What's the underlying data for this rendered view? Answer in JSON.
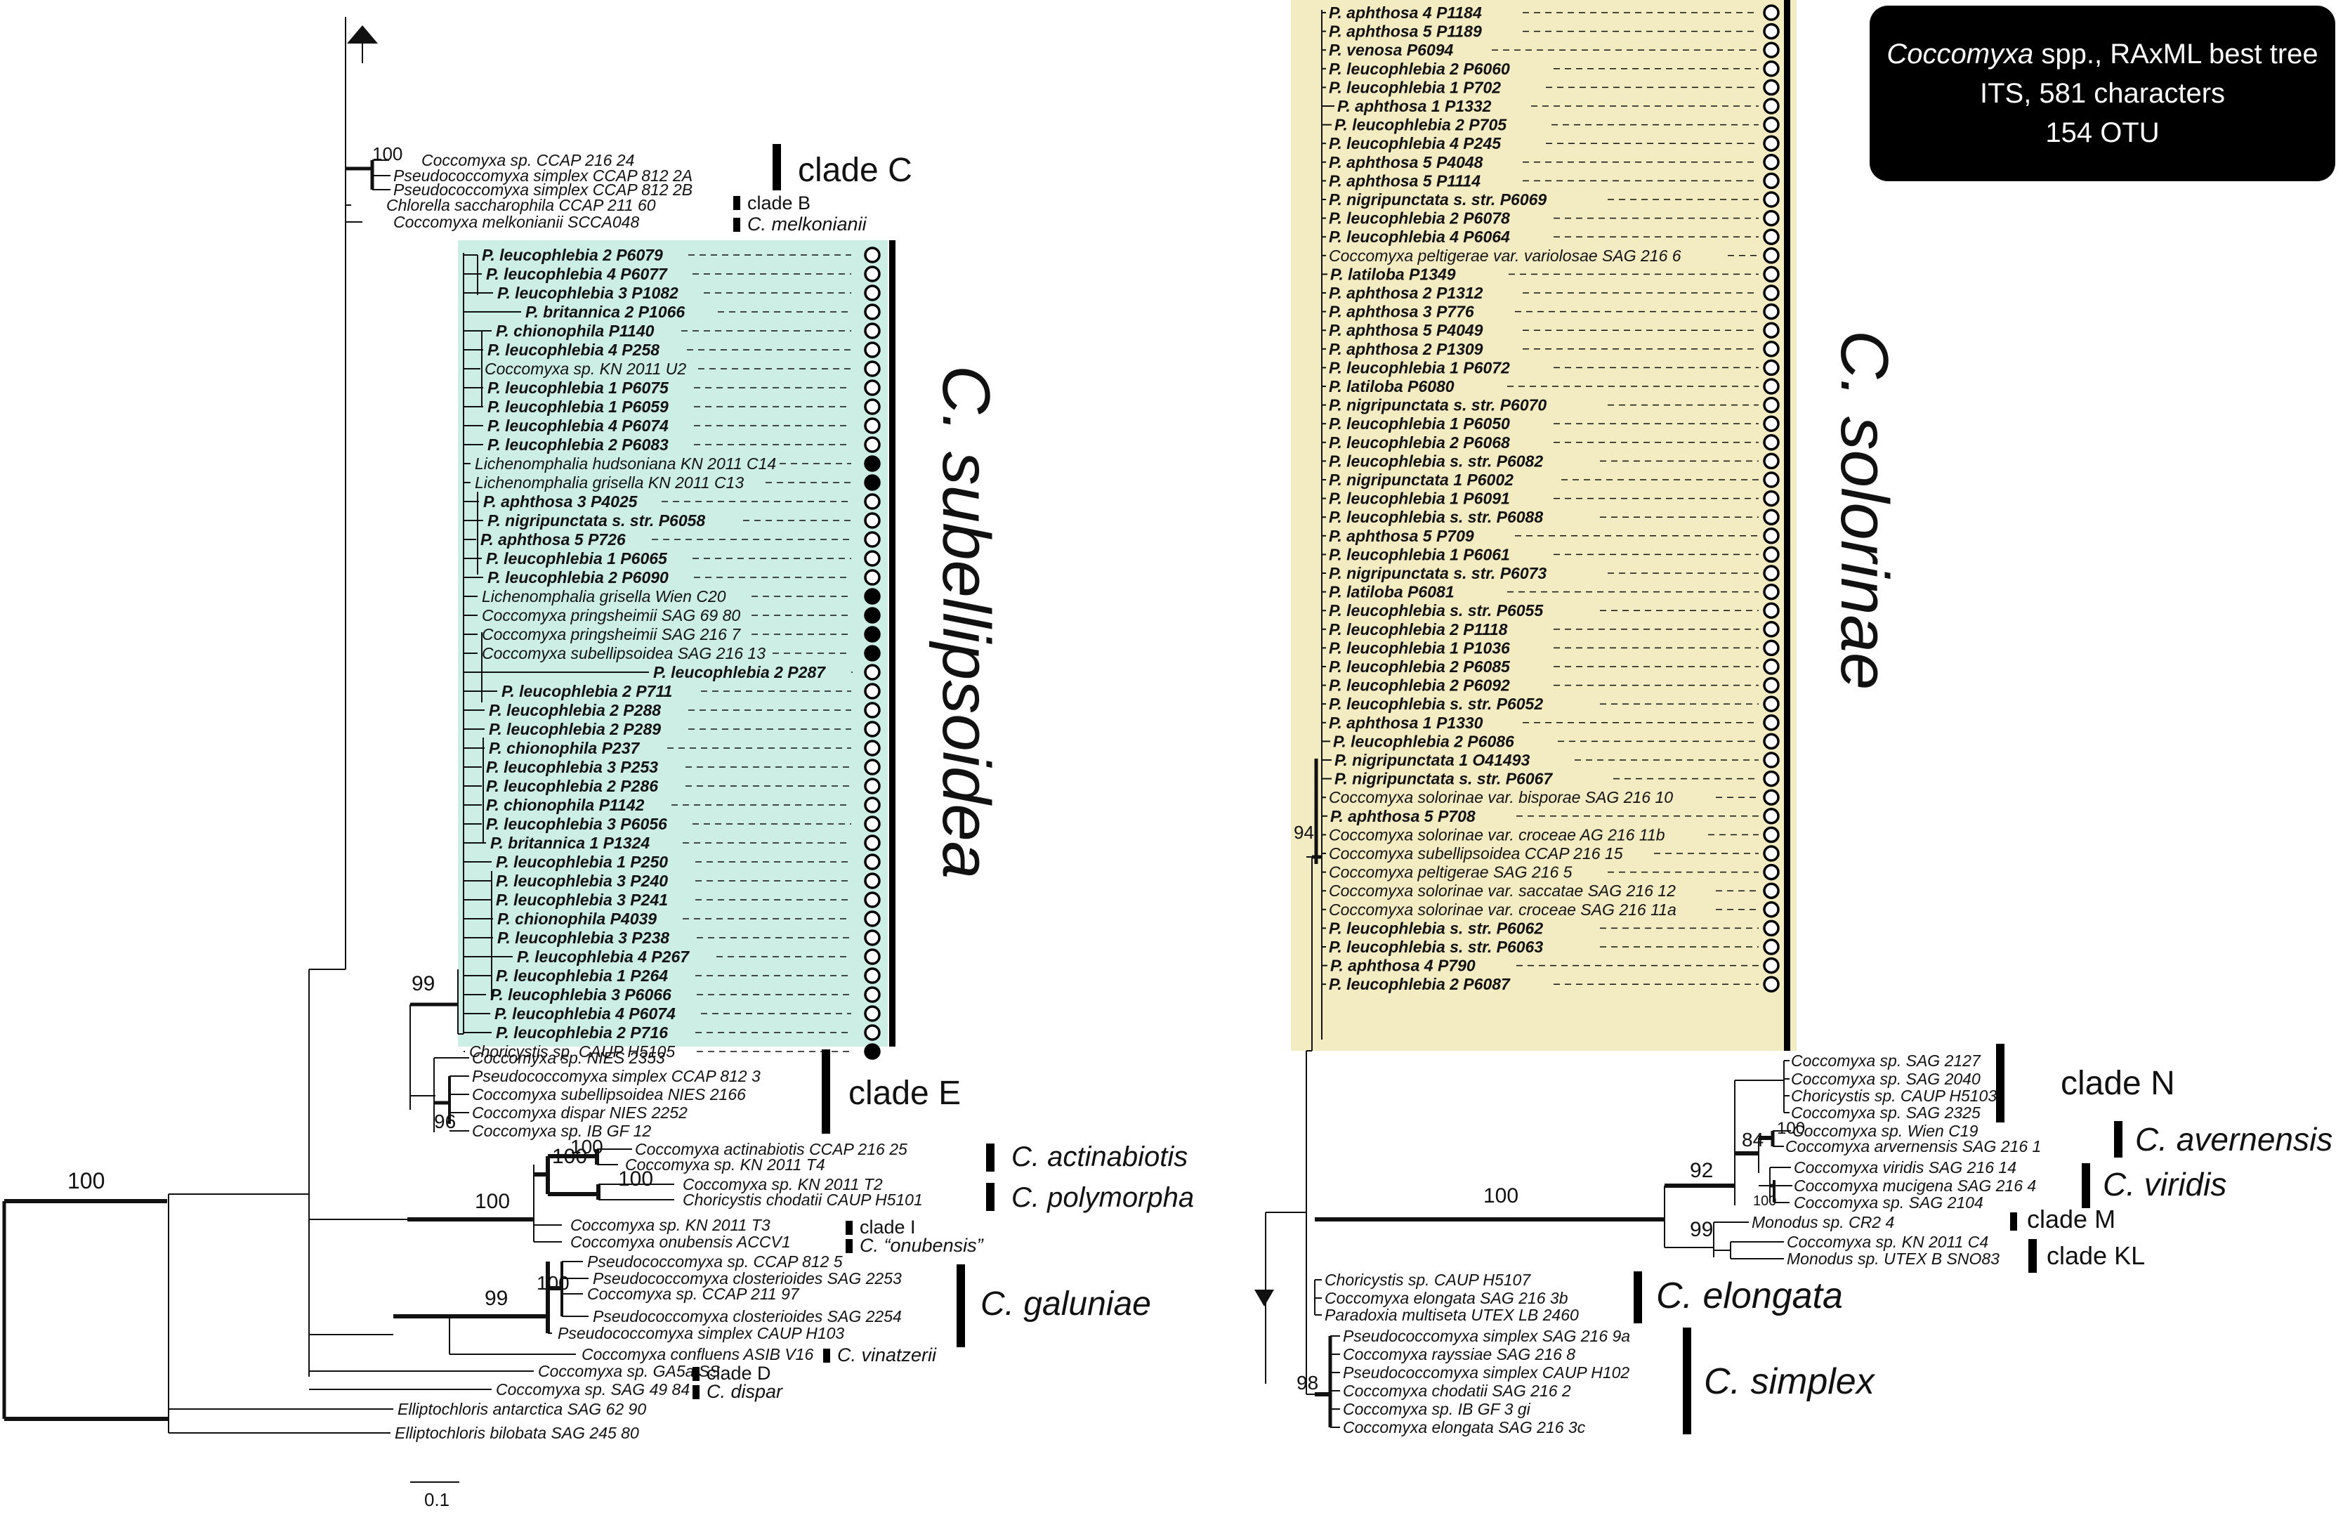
{
  "title": {
    "genus": "Coccomyxa",
    "line1_rest": " spp., RAxML best tree",
    "line2": "ITS, 581 characters",
    "line3": "154 OTU"
  },
  "scale_label": "0.1",
  "colors": {
    "subellipsoidea_fill": "#cdeee4",
    "solorinae_fill": "#f3ecc3",
    "branch": "#111111"
  },
  "big_labels": {
    "subellipsoidea": "C. subellipsoidea",
    "solorinae": "C. solorinae"
  },
  "left": {
    "outgroups_top": [
      {
        "text": "Coccomyxa sp.  CCAP 216 24"
      },
      {
        "text": "Pseudococcomyxa simplex  CCAP 812 2A"
      },
      {
        "text": "Pseudococcomyxa simplex  CCAP 812 2B"
      },
      {
        "text": "Chlorella saccharophila  CCAP 211 60"
      },
      {
        "text": "Coccomyxa melkonianii  SCCA048"
      }
    ],
    "subellipsoidea_leaves": [
      {
        "text": "P. leucophlebia 2  P6079",
        "dot": "open",
        "bold": true
      },
      {
        "text": "P. leucophlebia 4  P6077",
        "dot": "open",
        "bold": true
      },
      {
        "text": "P. leucophlebia 3  P1082",
        "dot": "open",
        "bold": true
      },
      {
        "text": "P. britannica 2  P1066",
        "dot": "open",
        "bold": true
      },
      {
        "text": "P. chionophila  P1140",
        "dot": "open",
        "bold": true
      },
      {
        "text": "P. leucophlebia 4  P258",
        "dot": "open",
        "bold": true
      },
      {
        "text": "Coccomyxa sp.  KN 2011 U2",
        "dot": "open",
        "bold": false
      },
      {
        "text": "P. leucophlebia 1  P6075",
        "dot": "open",
        "bold": true
      },
      {
        "text": "P. leucophlebia 1  P6059",
        "dot": "open",
        "bold": true
      },
      {
        "text": "P. leucophlebia 4  P6074",
        "dot": "open",
        "bold": true
      },
      {
        "text": "P. leucophlebia 2  P6083",
        "dot": "open",
        "bold": true
      },
      {
        "text": "Lichenomphalia hudsoniana  KN 2011 C14",
        "dot": "filled",
        "bold": false
      },
      {
        "text": "Lichenomphalia grisella  KN 2011 C13",
        "dot": "filled",
        "bold": false
      },
      {
        "text": "P. aphthosa 3  P4025",
        "dot": "open",
        "bold": true
      },
      {
        "text": "P. nigripunctata s. str.  P6058",
        "dot": "open",
        "bold": true
      },
      {
        "text": "P. aphthosa 5  P726",
        "dot": "open",
        "bold": true
      },
      {
        "text": "P. leucophlebia 1  P6065",
        "dot": "open",
        "bold": true
      },
      {
        "text": "P. leucophlebia 2  P6090",
        "dot": "open",
        "bold": true
      },
      {
        "text": "Lichenomphalia grisella  Wien C20",
        "dot": "filled",
        "bold": false
      },
      {
        "text": "Coccomyxa pringsheimii  SAG 69 80",
        "dot": "filled",
        "bold": false
      },
      {
        "text": "Coccomyxa pringsheimii  SAG 216 7",
        "dot": "filled",
        "bold": false
      },
      {
        "text": "Coccomyxa subellipsoidea  SAG 216 13",
        "dot": "filled",
        "bold": false
      },
      {
        "text": "P. leucophlebia 2  P287",
        "dot": "open",
        "bold": true
      },
      {
        "text": "P. leucophlebia 2  P711",
        "dot": "open",
        "bold": true
      },
      {
        "text": "P. leucophlebia 2  P288",
        "dot": "open",
        "bold": true
      },
      {
        "text": "P. leucophlebia 2  P289",
        "dot": "open",
        "bold": true
      },
      {
        "text": "P. chionophila  P237",
        "dot": "open",
        "bold": true
      },
      {
        "text": "P. leucophlebia 3  P253",
        "dot": "open",
        "bold": true
      },
      {
        "text": "P. leucophlebia 2  P286",
        "dot": "open",
        "bold": true
      },
      {
        "text": "P. chionophila  P1142",
        "dot": "open",
        "bold": true
      },
      {
        "text": "P. leucophlebia 3  P6056",
        "dot": "open",
        "bold": true
      },
      {
        "text": "P. britannica 1  P1324",
        "dot": "open",
        "bold": true
      },
      {
        "text": "P. leucophlebia 1  P250",
        "dot": "open",
        "bold": true
      },
      {
        "text": "P. leucophlebia 3  P240",
        "dot": "open",
        "bold": true
      },
      {
        "text": "P. leucophlebia 3  P241",
        "dot": "open",
        "bold": true
      },
      {
        "text": "P. chionophila  P4039",
        "dot": "open",
        "bold": true
      },
      {
        "text": "P. leucophlebia 3  P238",
        "dot": "open",
        "bold": true
      },
      {
        "text": "P. leucophlebia 4  P267",
        "dot": "open",
        "bold": true
      },
      {
        "text": "P. leucophlebia 1  P264",
        "dot": "open",
        "bold": true
      },
      {
        "text": "P. leucophlebia 3  P6066",
        "dot": "open",
        "bold": true
      },
      {
        "text": "P. leucophlebia 4  P6074",
        "dot": "open",
        "bold": true
      },
      {
        "text": "P. leucophlebia 2  P716",
        "dot": "open",
        "bold": true
      },
      {
        "text": "Choricystis sp.  CAUP H5105",
        "dot": "filled",
        "bold": false
      }
    ],
    "clade_e_leaves": [
      {
        "text": "Coccomyxa sp.  NIES 2353"
      },
      {
        "text": "Pseudococcomyxa simplex  CCAP 812 3"
      },
      {
        "text": "Coccomyxa subellipsoidea  NIES 2166"
      },
      {
        "text": "Coccomyxa dispar  NIES 2252"
      },
      {
        "text": "Coccomyxa sp.  IB GF 12"
      }
    ],
    "actinabiotis_leaves": [
      {
        "text": "Coccomyxa actinabiotis  CCAP 216 25"
      },
      {
        "text": "Coccomyxa sp.  KN 2011 T4"
      },
      {
        "text": "Coccomyxa sp.  KN 2011 T2"
      },
      {
        "text": "Choricystis chodatii  CAUP H5101"
      },
      {
        "text": "Coccomyxa sp.  KN 2011 T3"
      },
      {
        "text": "Coccomyxa onubensis  ACCV1"
      }
    ],
    "galuniae_leaves": [
      {
        "text": "Pseudococcomyxa sp.  CCAP 812 5"
      },
      {
        "text": "Pseudococcomyxa closterioides  SAG 2253"
      },
      {
        "text": "Coccomyxa sp.  CCAP 211 97"
      },
      {
        "text": "Pseudococcomyxa closterioides  SAG 2254"
      },
      {
        "text": "Pseudococcomyxa simplex  CAUP H103"
      },
      {
        "text": "Coccomyxa confluens  ASIB V16"
      }
    ],
    "bottom_leaves": [
      {
        "text": "Coccomyxa sp.  GA5a SS"
      },
      {
        "text": "Coccomyxa sp.  SAG 49 84"
      },
      {
        "text": "Elliptochloris antarctica  SAG 62 90"
      },
      {
        "text": "Elliptochloris bilobata  SAG 245 80"
      }
    ]
  },
  "right": {
    "solorinae_leaves": [
      {
        "text": "P. aphthosa 4  P1184",
        "bold": true
      },
      {
        "text": "P. aphthosa 5  P1189",
        "bold": true
      },
      {
        "text": "P. venosa  P6094",
        "bold": true
      },
      {
        "text": "P. leucophlebia 2  P6060",
        "bold": true
      },
      {
        "text": "P. leucophlebia 1  P702",
        "bold": true
      },
      {
        "text": "P. aphthosa 1  P1332",
        "bold": true
      },
      {
        "text": "P. leucophlebia 2  P705",
        "bold": true
      },
      {
        "text": "P. leucophlebia 4  P245",
        "bold": true
      },
      {
        "text": "P. aphthosa 5  P4048",
        "bold": true
      },
      {
        "text": "P. aphthosa 5  P1114",
        "bold": true
      },
      {
        "text": "P. nigripunctata s. str.  P6069",
        "bold": true
      },
      {
        "text": "P. leucophlebia 2  P6078",
        "bold": true
      },
      {
        "text": "P. leucophlebia 4  P6064",
        "bold": true
      },
      {
        "text": "Coccomyxa peltigerae var. variolosae  SAG 216 6",
        "bold": false
      },
      {
        "text": "P. latiloba  P1349",
        "bold": true
      },
      {
        "text": "P. aphthosa 2  P1312",
        "bold": true
      },
      {
        "text": "P. aphthosa 3  P776",
        "bold": true
      },
      {
        "text": "P. aphthosa 5  P4049",
        "bold": true
      },
      {
        "text": "P. aphthosa 2  P1309",
        "bold": true
      },
      {
        "text": "P. leucophlebia 1  P6072",
        "bold": true
      },
      {
        "text": "P. latiloba  P6080",
        "bold": true
      },
      {
        "text": "P. nigripunctata s. str.  P6070",
        "bold": true
      },
      {
        "text": "P. leucophlebia 1  P6050",
        "bold": true
      },
      {
        "text": "P. leucophlebia 2  P6068",
        "bold": true
      },
      {
        "text": "P. leucophlebia s. str.  P6082",
        "bold": true
      },
      {
        "text": "P. nigripunctata 1  P6002",
        "bold": true
      },
      {
        "text": "P. leucophlebia 1  P6091",
        "bold": true
      },
      {
        "text": "P. leucophlebia s. str.  P6088",
        "bold": true
      },
      {
        "text": "P. aphthosa 5  P709",
        "bold": true
      },
      {
        "text": "P. leucophlebia 1  P6061",
        "bold": true
      },
      {
        "text": "P. nigripunctata s. str.  P6073",
        "bold": true
      },
      {
        "text": "P. latiloba  P6081",
        "bold": true
      },
      {
        "text": "P. leucophlebia s. str.  P6055",
        "bold": true
      },
      {
        "text": "P. leucophlebia 2  P1118",
        "bold": true
      },
      {
        "text": "P. leucophlebia 1  P1036",
        "bold": true
      },
      {
        "text": "P. leucophlebia 2  P6085",
        "bold": true
      },
      {
        "text": "P. leucophlebia 2  P6092",
        "bold": true
      },
      {
        "text": "P. leucophlebia s. str.  P6052",
        "bold": true
      },
      {
        "text": "P. aphthosa 1  P1330",
        "bold": true
      },
      {
        "text": "P. leucophlebia 2  P6086",
        "bold": true
      },
      {
        "text": "P. nigripunctata 1  O41493",
        "bold": true
      },
      {
        "text": "P. nigripunctata s. str.  P6067",
        "bold": true
      },
      {
        "text": "Coccomyxa solorinae var. bisporae  SAG 216 10",
        "bold": false
      },
      {
        "text": "P. aphthosa 5  P708",
        "bold": true
      },
      {
        "text": "Coccomyxa solorinae var. croceae  AG 216 11b",
        "bold": false
      },
      {
        "text": "Coccomyxa subellipsoidea  CCAP 216 15",
        "bold": false
      },
      {
        "text": "Coccomyxa peltigerae  SAG 216 5",
        "bold": false
      },
      {
        "text": "Coccomyxa solorinae var. saccatae  SAG 216 12",
        "bold": false
      },
      {
        "text": "Coccomyxa solorinae var. croceae  SAG 216 11a",
        "bold": false
      },
      {
        "text": "P. leucophlebia s. str.  P6062",
        "bold": true
      },
      {
        "text": "P. leucophlebia s. str.  P6063",
        "bold": true
      },
      {
        "text": "P. aphthosa 4  P790",
        "bold": true
      },
      {
        "text": "P. leucophlebia 2  P6087",
        "bold": true
      }
    ],
    "clade_n_leaves": [
      {
        "text": "Coccomyxa sp.  SAG 2127"
      },
      {
        "text": "Coccomyxa sp.  SAG 2040"
      },
      {
        "text": "Choricystis sp.  CAUP H5103"
      },
      {
        "text": "Coccomyxa sp.  SAG 2325"
      }
    ],
    "avernensis_leaves": [
      {
        "text": "Coccomyxa sp.  Wien C19"
      },
      {
        "text": "Coccomyxa arvernensis  SAG 216 1"
      }
    ],
    "viridis_leaves": [
      {
        "text": "Coccomyxa viridis  SAG 216 14"
      },
      {
        "text": "Coccomyxa mucigena  SAG 216 4"
      },
      {
        "text": "Coccomyxa sp.  SAG 2104"
      }
    ],
    "m_kl_leaves": [
      {
        "text": "Monodus sp.  CR2 4"
      },
      {
        "text": "Coccomyxa sp.  KN 2011 C4"
      },
      {
        "text": "Monodus sp.  UTEX B SNO83"
      }
    ],
    "elongata_leaves": [
      {
        "text": "Choricystis sp.  CAUP H5107"
      },
      {
        "text": "Coccomyxa elongata  SAG 216 3b"
      },
      {
        "text": "Paradoxia multiseta  UTEX LB 2460"
      }
    ],
    "simplex_leaves": [
      {
        "text": "Pseudococcomyxa simplex  SAG 216 9a"
      },
      {
        "text": "Coccomyxa rayssiae  SAG 216 8"
      },
      {
        "text": "Pseudococcomyxa simplex  CAUP H102"
      },
      {
        "text": "Coccomyxa chodatii  SAG 216 2"
      },
      {
        "text": "Coccomyxa sp.  IB GF 3  gi"
      },
      {
        "text": "Coccomyxa elongata  SAG 216 3c"
      }
    ]
  },
  "clade_labels": {
    "clade_c": "clade C",
    "clade_b": "clade B",
    "melkonianii": "C. melkonianii",
    "clade_e": "clade E",
    "actinabiotis": "C. actinabiotis",
    "polymorpha": "C. polymorpha",
    "clade_i": "clade I",
    "onubensis": "C. “onubensis”",
    "galuniae": "C. galuniae",
    "vinatzerii": "C. vinatzerii",
    "clade_d": "clade D",
    "dispar": "C. dispar",
    "clade_n": "clade N",
    "avernensis": "C. avernensis",
    "viridis": "C. viridis",
    "clade_m": "clade M",
    "clade_kl": "clade KL",
    "elongata": "C. elongata",
    "simplex": "C. simplex"
  },
  "support_values": {
    "root": "100",
    "clade_c": "100",
    "subellipsoidea": "99",
    "clade_e": "96",
    "actinabiotis_group": "100",
    "actinabiotis_sub": "100",
    "t4_sub": "100",
    "polymorpha_sub": "100",
    "galuniae": "99",
    "galuniae_sub": "100",
    "right_stem": "100",
    "n_viridis": "92",
    "avernensis_group": "84",
    "avernensis_sub": "100",
    "viridis_sub": "100",
    "m_kl": "99",
    "solorinae": "94",
    "simplex": "98"
  }
}
